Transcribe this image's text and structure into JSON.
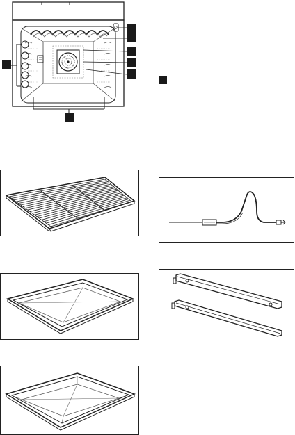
{
  "page": {
    "description_markers": 9,
    "legend_marker": "black-square"
  },
  "figures": [
    {
      "id": "oven-front",
      "label": ""
    },
    {
      "id": "wire-shelf",
      "label": ""
    },
    {
      "id": "core-temperature-sensor",
      "label": ""
    },
    {
      "id": "baking-tray",
      "label": ""
    },
    {
      "id": "telescopic-runners",
      "label": ""
    },
    {
      "id": "deep-pan",
      "label": ""
    }
  ],
  "colors": {
    "line": "#222222",
    "marker": "#1a1a1a",
    "background": "#ffffff"
  }
}
